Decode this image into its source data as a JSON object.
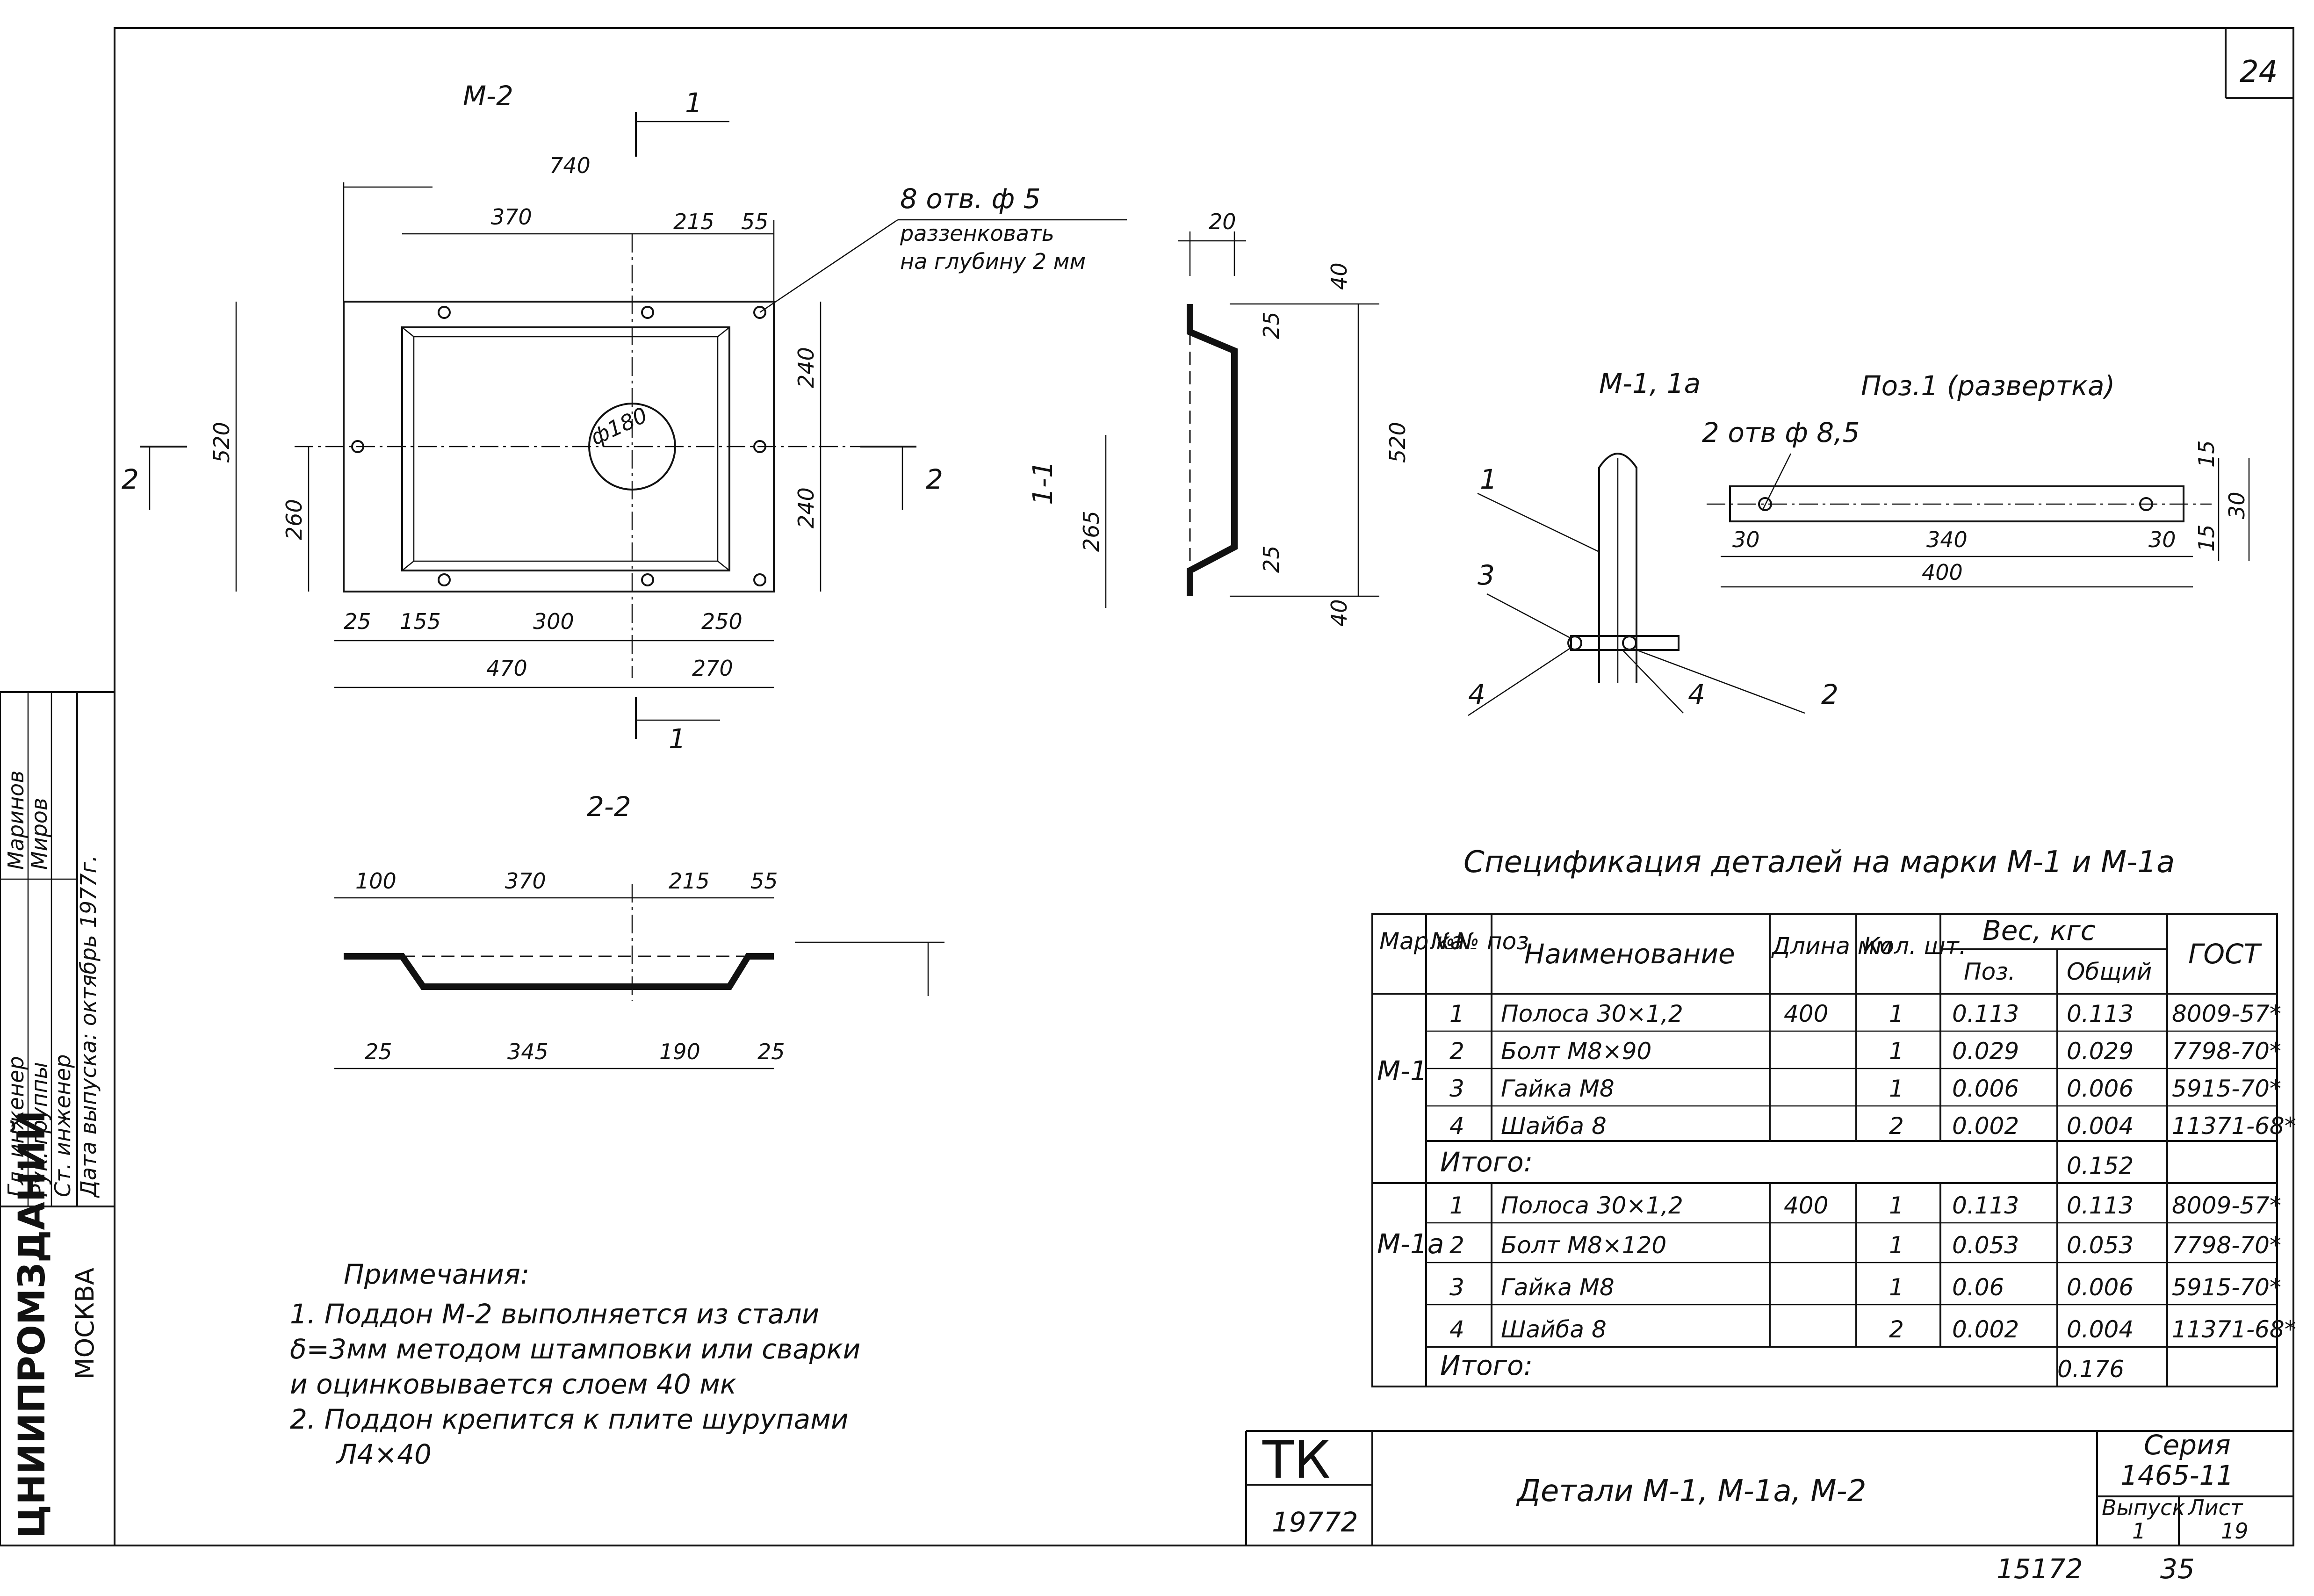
{
  "sheet_number": "24",
  "m2": {
    "title": "М-2",
    "dims": {
      "overall": "740",
      "w370": "370",
      "w215": "215",
      "w55": "55",
      "h520": "520",
      "h260": "260",
      "h240a": "240",
      "h240b": "240",
      "b25": "25",
      "b155": "155",
      "b300": "300",
      "b250": "250",
      "b470": "470",
      "b270": "270"
    },
    "hole_note_1": "8 отв. ф 5",
    "hole_note_2": "раззенковать",
    "hole_note_3": "на глубину 2 мм",
    "center_hole": "ф180",
    "cut_1": "1",
    "cut_2": "2"
  },
  "section_11": {
    "title": "1-1",
    "dims": {
      "d20": "20",
      "d40a": "40",
      "d25a": "25",
      "d520": "520",
      "d265": "265",
      "d25b": "25",
      "d40b": "40"
    }
  },
  "section_22": {
    "title": "2-2",
    "dims": {
      "t100": "100",
      "t370": "370",
      "t215": "215",
      "t55": "55",
      "u25a": "25",
      "u345": "345",
      "u190": "190",
      "u25b": "25"
    }
  },
  "m1": {
    "title": "М-1, 1а",
    "callouts": [
      "1",
      "3",
      "4",
      "4",
      "2"
    ]
  },
  "poz1": {
    "title": "Поз.1 (развертка)",
    "hole_note": "2 отв ф 8,5",
    "dims": {
      "a30": "30",
      "a340": "340",
      "b30": "30",
      "a400": "400",
      "v15a": "15",
      "v30": "30",
      "v15b": "15"
    }
  },
  "spec": {
    "title": "Спецификация деталей на марки М-1 и М-1а",
    "headers": {
      "mark": "Мар ка",
      "pos": "№№ поз",
      "name": "Наименование",
      "length": "Длина мм",
      "qty": "Кол. шт.",
      "weight": "Вес, кгс",
      "w_pos": "Поз.",
      "w_total": "Общий",
      "gost": "ГОСТ"
    },
    "groups": [
      {
        "mark": "М-1",
        "rows": [
          {
            "pos": "1",
            "name": "Полоса 30×1,2",
            "len": "400",
            "qty": "1",
            "wp": "0.113",
            "wt": "0.113",
            "gost": "8009-57*"
          },
          {
            "pos": "2",
            "name": "Болт М8×90",
            "len": "",
            "qty": "1",
            "wp": "0.029",
            "wt": "0.029",
            "gost": "7798-70*"
          },
          {
            "pos": "3",
            "name": "Гайка М8",
            "len": "",
            "qty": "1",
            "wp": "0.006",
            "wt": "0.006",
            "gost": "5915-70*"
          },
          {
            "pos": "4",
            "name": "Шайба 8",
            "len": "",
            "qty": "2",
            "wp": "0.002",
            "wt": "0.004",
            "gost": "11371-68*"
          }
        ],
        "total_label": "Итого:",
        "total": "0.152"
      },
      {
        "mark": "М-1а",
        "rows": [
          {
            "pos": "1",
            "name": "Полоса 30×1,2",
            "len": "400",
            "qty": "1",
            "wp": "0.113",
            "wt": "0.113",
            "gost": "8009-57*"
          },
          {
            "pos": "2",
            "name": "Болт М8×120",
            "len": "",
            "qty": "1",
            "wp": "0.053",
            "wt": "0.053",
            "gost": "7798-70*"
          },
          {
            "pos": "3",
            "name": "Гайка М8",
            "len": "",
            "qty": "1",
            "wp": "0.06",
            "wt": "0.006",
            "gost": "5915-70*"
          },
          {
            "pos": "4",
            "name": "Шайба 8",
            "len": "",
            "qty": "2",
            "wp": "0.002",
            "wt": "0.004",
            "gost": "11371-68*"
          }
        ],
        "total_label": "Итого:",
        "total": "0.176"
      }
    ]
  },
  "notes": {
    "title": "Примечания:",
    "lines": [
      "1. Поддон М-2 выполняется из стали",
      "δ=3мм методом штамповки или сварки",
      "и оцинковывается слоем 40 мк",
      "2. Поддон крепится к плите шурупами",
      "Л4×40"
    ]
  },
  "title_block": {
    "tk": "ТК",
    "code": "19772",
    "name": "Детали М-1, М-1а, М-2",
    "series_label": "Серия",
    "series_value": "1465-11",
    "issue_label": "Выпуск",
    "issue_value": "1",
    "sheet_label": "Лист",
    "sheet_value": "19"
  },
  "stamp": {
    "org": "ЦНИИПРОМЗДАНИЙ",
    "city": "МОСКВА",
    "rows": [
      {
        "role": "Гл. инженер",
        "name": "Маринов"
      },
      {
        "role": "Рук. группы",
        "name": "Миров"
      },
      {
        "role": "Ст. инженер",
        "name": ""
      },
      {
        "role": "Дата выпуска: октябрь 1977г.",
        "name": ""
      }
    ]
  },
  "footer": {
    "number": "15172",
    "page": "35"
  }
}
